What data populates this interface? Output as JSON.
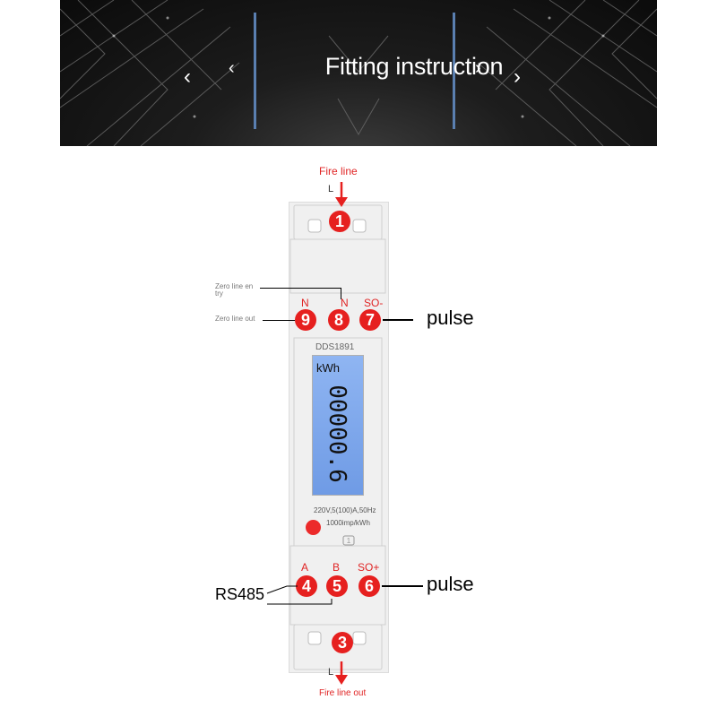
{
  "banner": {
    "title": "Fitting instruction",
    "left_outer_chevron": "‹",
    "left_inner_chevron": "‹",
    "right_inner_chevron": "›",
    "right_outer_chevron": "›",
    "accent_color": "#5a7fb0"
  },
  "diagram": {
    "top_label": "Fire line",
    "top_phase": "L",
    "bottom_label": "Fire line out",
    "bottom_phase": "L",
    "zero_in_label_1": "Zero line en",
    "zero_in_label_2": "try",
    "zero_out_label": "Zero line out",
    "terminal_n_left": "N",
    "terminal_n_right": "N",
    "terminal_so_minus": "SO-",
    "terminal_a": "A",
    "terminal_b": "B",
    "terminal_so_plus": "SO+",
    "pulse_top": "pulse",
    "pulse_bottom": "pulse",
    "rs485": "RS485",
    "numbers": {
      "n1": "1",
      "n3": "3",
      "n4": "4",
      "n5": "5",
      "n6": "6",
      "n7": "7",
      "n8": "8",
      "n9": "9"
    },
    "marker_color": "#e6201f"
  },
  "meter": {
    "model": "DDS1891",
    "unit": "kWh",
    "reading": "00000.6",
    "rating": "220V,5(100)A,50Hz",
    "constant": "1000imp/kWh",
    "lcd_color": "#7ea6ea"
  }
}
